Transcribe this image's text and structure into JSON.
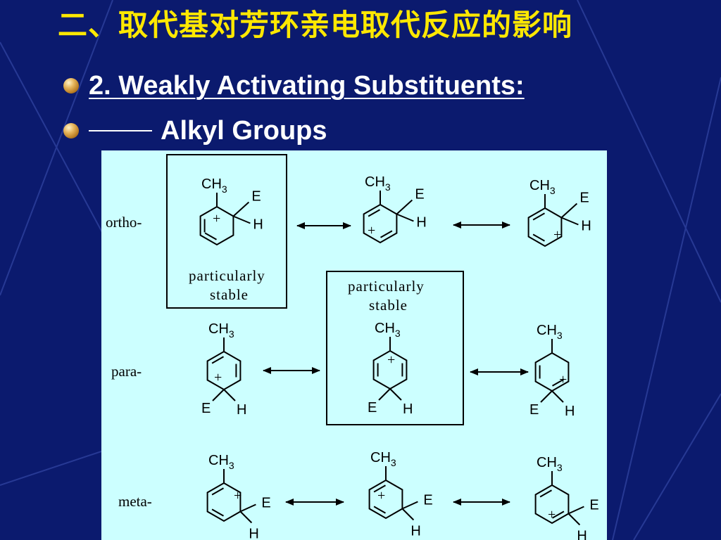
{
  "slide": {
    "title": "二、取代基对芳环亲电取代反应的影响",
    "bullets": [
      {
        "text": "2.   Weakly Activating Substituents:",
        "icon": "gold-sphere-bullet-icon"
      },
      {
        "text": "Alkyl Groups",
        "icon": "gold-sphere-bullet-icon"
      }
    ]
  },
  "diagram": {
    "rows": [
      {
        "label": "ortho-",
        "highlight_note": [
          "particularly",
          "stable"
        ]
      },
      {
        "label": "para-",
        "highlight_note": [
          "particularly",
          "stable"
        ]
      },
      {
        "label": "meta-"
      }
    ],
    "groups": {
      "methyl": "CH",
      "methyl_sub": "3",
      "electrophile": "E",
      "hydrogen": "H",
      "charge": "+"
    }
  },
  "colors": {
    "background": "#0b1a6e",
    "title": "#ffe800",
    "text": "#ffffff",
    "panel": "#ccffff"
  }
}
